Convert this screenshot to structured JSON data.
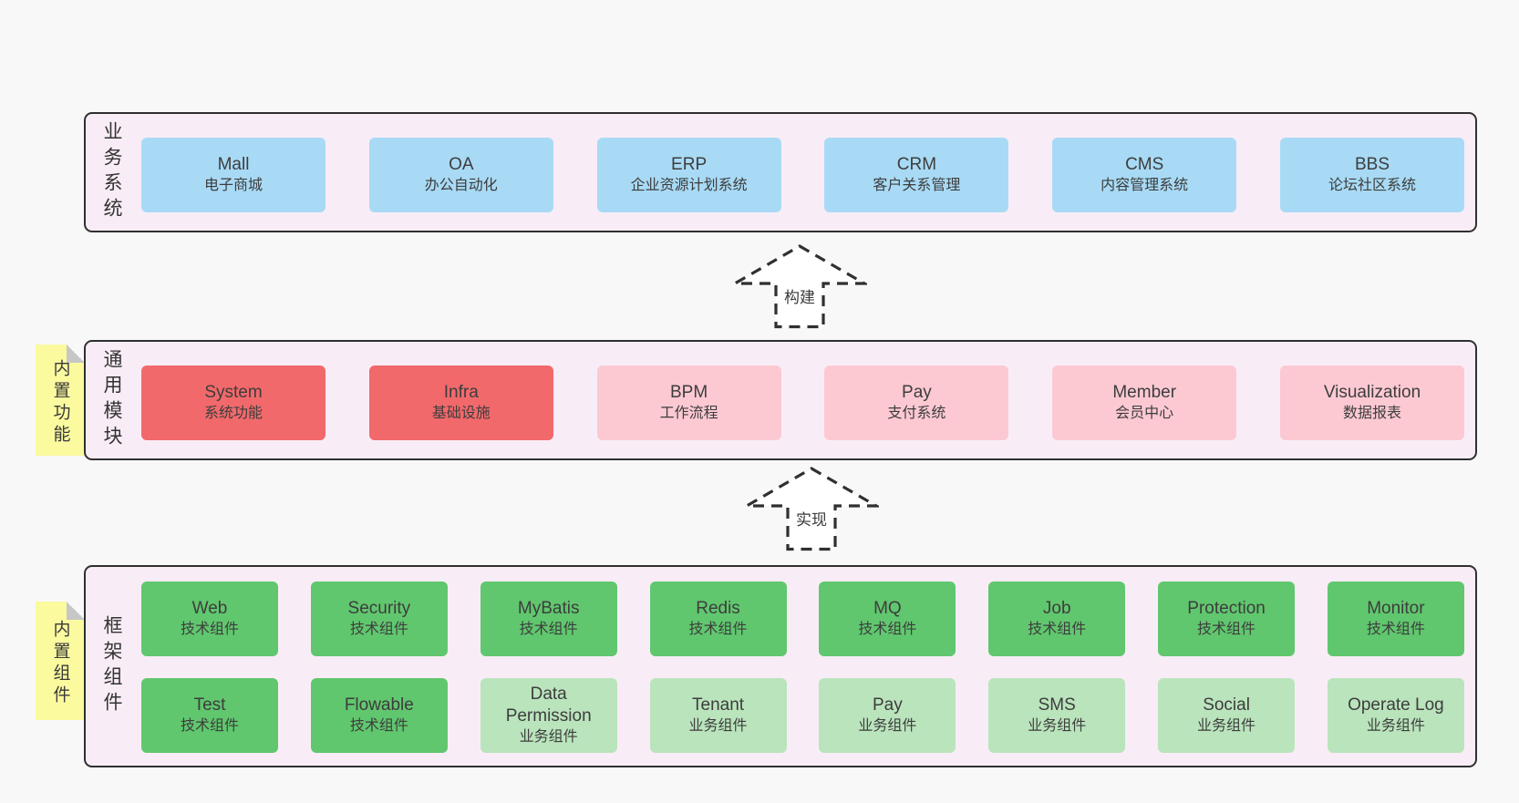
{
  "colors": {
    "page_bg": "#f8f8f8",
    "band_bg": "#f8edf6",
    "band_border": "#303030",
    "blue_box": "#a8daf5",
    "red_box": "#f2696b",
    "pink_box": "#fcc9d3",
    "green_box": "#60c76e",
    "light_green_box": "#bae4bc",
    "sticky_yellow": "#fbfa9f",
    "sticky_fold": "#c6c6c6",
    "text": "#3d3d3d"
  },
  "arrows": [
    {
      "label": "构建"
    },
    {
      "label": "实现"
    }
  ],
  "bands": [
    {
      "label": "业务系统",
      "sticky": null,
      "rows": [
        [
          {
            "title": "Mall",
            "subtitle": "电子商城",
            "variant": "blue"
          },
          {
            "title": "OA",
            "subtitle": "办公自动化",
            "variant": "blue"
          },
          {
            "title": "ERP",
            "subtitle": "企业资源计划系统",
            "variant": "blue"
          },
          {
            "title": "CRM",
            "subtitle": "客户关系管理",
            "variant": "blue"
          },
          {
            "title": "CMS",
            "subtitle": "内容管理系统",
            "variant": "blue"
          },
          {
            "title": "BBS",
            "subtitle": "论坛社区系统",
            "variant": "blue"
          }
        ]
      ]
    },
    {
      "label": "通用模块",
      "sticky": "内置功能",
      "rows": [
        [
          {
            "title": "System",
            "subtitle": "系统功能",
            "variant": "red"
          },
          {
            "title": "Infra",
            "subtitle": "基础设施",
            "variant": "red"
          },
          {
            "title": "BPM",
            "subtitle": "工作流程",
            "variant": "pink"
          },
          {
            "title": "Pay",
            "subtitle": "支付系统",
            "variant": "pink"
          },
          {
            "title": "Member",
            "subtitle": "会员中心",
            "variant": "pink"
          },
          {
            "title": "Visualization",
            "subtitle": "数据报表",
            "variant": "pink"
          }
        ]
      ]
    },
    {
      "label": "框架组件",
      "sticky": "内置组件",
      "rows": [
        [
          {
            "title": "Web",
            "subtitle": "技术组件",
            "variant": "green"
          },
          {
            "title": "Security",
            "subtitle": "技术组件",
            "variant": "green"
          },
          {
            "title": "MyBatis",
            "subtitle": "技术组件",
            "variant": "green"
          },
          {
            "title": "Redis",
            "subtitle": "技术组件",
            "variant": "green"
          },
          {
            "title": "MQ",
            "subtitle": "技术组件",
            "variant": "green"
          },
          {
            "title": "Job",
            "subtitle": "技术组件",
            "variant": "green"
          },
          {
            "title": "Protection",
            "subtitle": "技术组件",
            "variant": "green"
          },
          {
            "title": "Monitor",
            "subtitle": "技术组件",
            "variant": "green"
          }
        ],
        [
          {
            "title": "Test",
            "subtitle": "技术组件",
            "variant": "green"
          },
          {
            "title": "Flowable",
            "subtitle": "技术组件",
            "variant": "green"
          },
          {
            "title": "Data Permission",
            "subtitle": "业务组件",
            "variant": "lightgreen"
          },
          {
            "title": "Tenant",
            "subtitle": "业务组件",
            "variant": "lightgreen"
          },
          {
            "title": "Pay",
            "subtitle": "业务组件",
            "variant": "lightgreen"
          },
          {
            "title": "SMS",
            "subtitle": "业务组件",
            "variant": "lightgreen"
          },
          {
            "title": "Social",
            "subtitle": "业务组件",
            "variant": "lightgreen"
          },
          {
            "title": "Operate Log",
            "subtitle": "业务组件",
            "variant": "lightgreen"
          }
        ]
      ]
    }
  ]
}
